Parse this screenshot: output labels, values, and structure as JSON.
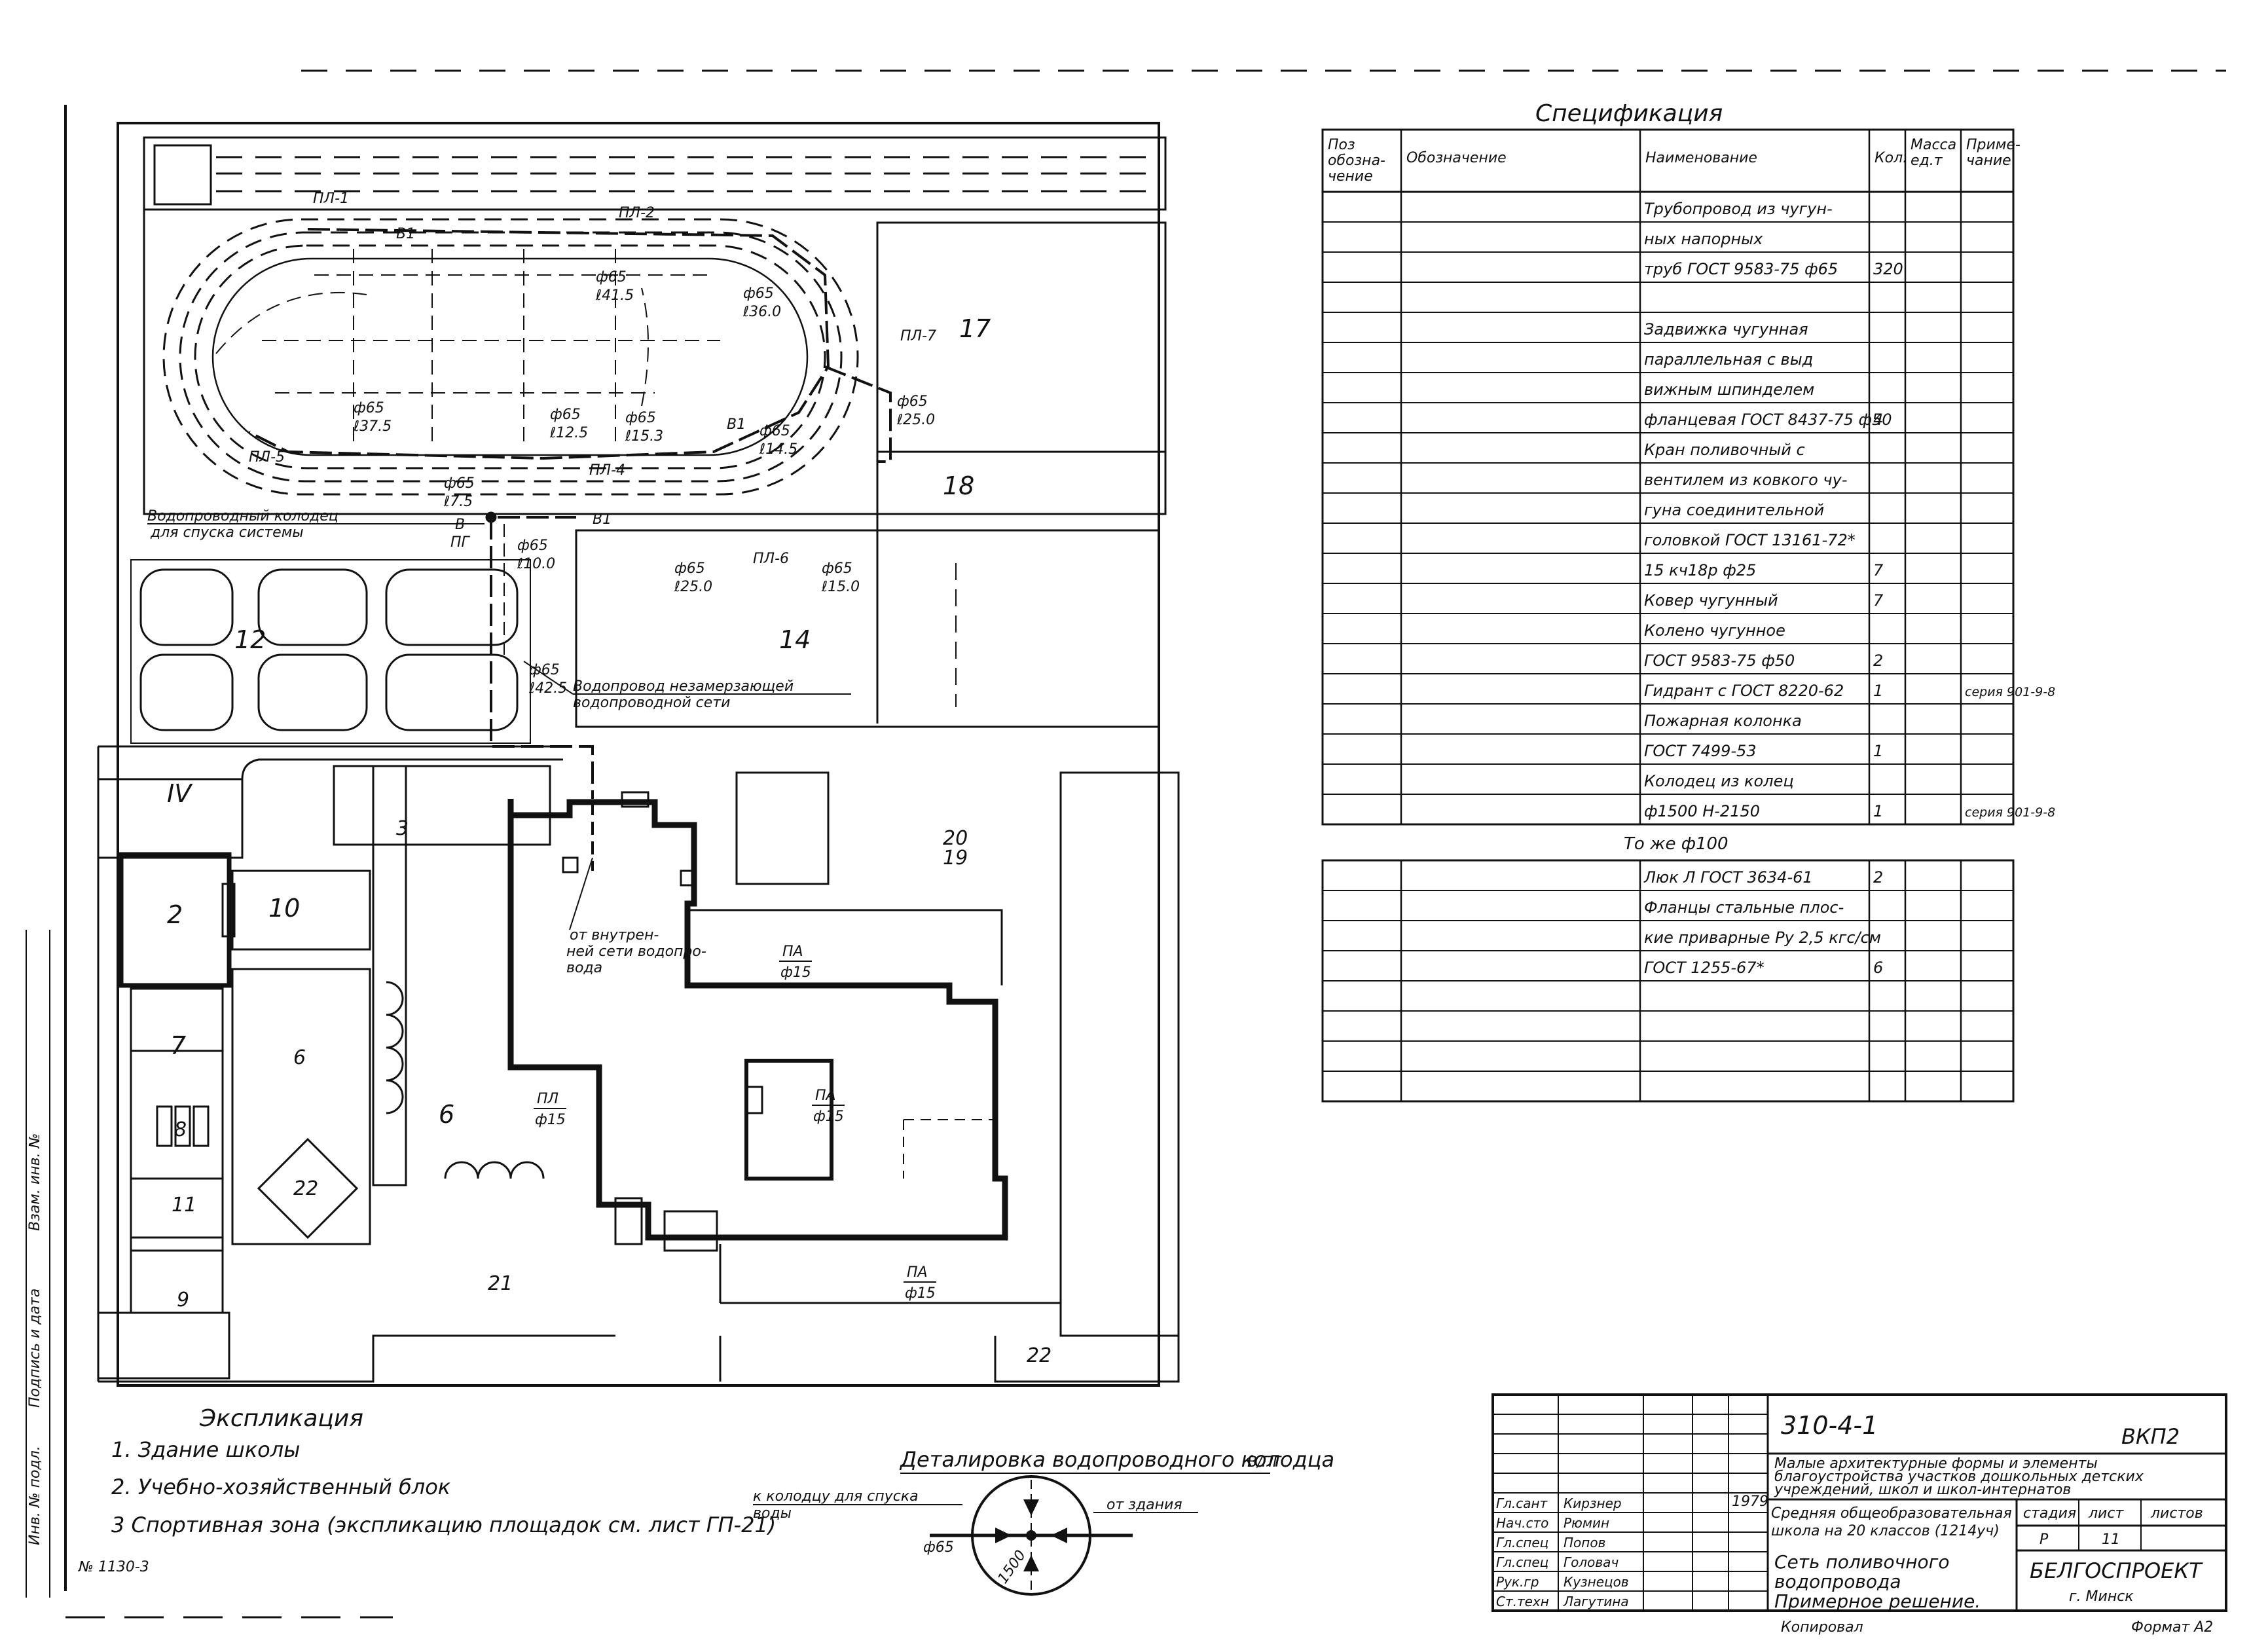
{
  "site": {
    "zones": [
      "17",
      "18",
      "12",
      "14",
      "IV",
      "3",
      "20",
      "19",
      "2",
      "10",
      "7",
      "6",
      "6",
      "8",
      "11",
      "22",
      "9",
      "21",
      "22"
    ],
    "lines": {
      "b1": "В1",
      "pl1": "ПЛ-1",
      "pl2": "ПЛ-2",
      "pl7": "ПЛ-7",
      "pl5": "ПЛ-5",
      "pl4": "ПЛ-4",
      "pl6": "ПЛ-6",
      "pg_v": "В",
      "pg": "ПГ"
    },
    "pipe_labels": [
      {
        "d": "ф65",
        "l": "ℓ41.5"
      },
      {
        "d": "ф65",
        "l": "ℓ36.0"
      },
      {
        "d": "ф65",
        "l": "ℓ37.5"
      },
      {
        "d": "ф65",
        "l": "ℓ12.5"
      },
      {
        "d": "ф65",
        "l": "ℓ15.3"
      },
      {
        "d": "ф65",
        "l": "ℓ25.0"
      },
      {
        "d": "ф65",
        "l": "ℓ14.5"
      },
      {
        "d": "ф65",
        "l": "ℓ7.5"
      },
      {
        "d": "ф65",
        "l": "ℓ10.0"
      },
      {
        "d": "ф65",
        "l": "ℓ25.0"
      },
      {
        "d": "ф65",
        "l": "ℓ15.0"
      },
      {
        "d": "ф65",
        "l": "ℓ42.5"
      }
    ],
    "callout_well": [
      "Водопроводный колодец",
      "для спуска системы"
    ],
    "callout_main": [
      "Водопровод незамерзающей",
      "водопроводной сети"
    ],
    "callout_internal": [
      "от внутрен-",
      "ней сети водопро-",
      "вода"
    ],
    "pa_labels": [
      {
        "n": "ПА",
        "d": "ф15"
      },
      {
        "n": "ПЛ",
        "d": "ф15"
      },
      {
        "n": "ПА",
        "d": "ф15"
      },
      {
        "n": "ПА",
        "d": "ф15"
      }
    ]
  },
  "explication": {
    "title": "Экспликация",
    "items": [
      "1. Здание школы",
      "2. Учебно-хозяйственный блок",
      "3 Спортивная зона (экспликацию площадок см. лист ГП-21)"
    ],
    "ref": "№ 1130-3"
  },
  "detail": {
    "title": "Деталировка водопроводного колодца",
    "title_sub": "В/ПГ",
    "left_note": [
      "к колодцу для спуска",
      "воды"
    ],
    "right_note": "от здания",
    "dia": "ф65",
    "inner": "1500"
  },
  "spec": {
    "title": "Спецификация",
    "headers": [
      "Поз обозна- чение",
      "Обозначение",
      "Наименование",
      "Кол.",
      "Масса ед.т",
      "Приме- чание"
    ],
    "rows": [
      [
        "",
        "",
        "Трубопровод из чугун-",
        "",
        "",
        ""
      ],
      [
        "",
        "",
        "ных напорных",
        "",
        "",
        ""
      ],
      [
        "",
        "",
        "труб ГОСТ 9583-75  ф65",
        "320",
        "",
        ""
      ],
      [
        "",
        "",
        "",
        "",
        "",
        ""
      ],
      [
        "",
        "",
        "Задвижка чугунная",
        "",
        "",
        ""
      ],
      [
        "",
        "",
        "параллельная с выд",
        "",
        "",
        ""
      ],
      [
        "",
        "",
        "вижным шпинделем",
        "",
        "",
        ""
      ],
      [
        "",
        "",
        "фланцевая ГОСТ 8437-75 ф50",
        "4",
        "",
        ""
      ],
      [
        "",
        "",
        "Кран поливочный с",
        "",
        "",
        ""
      ],
      [
        "",
        "",
        "вентилем из ковкого чу-",
        "",
        "",
        ""
      ],
      [
        "",
        "",
        "гуна соединительной",
        "",
        "",
        ""
      ],
      [
        "",
        "",
        "головкой ГОСТ 13161-72*",
        "",
        "",
        ""
      ],
      [
        "",
        "",
        "15 кч18р          ф25",
        "7",
        "",
        ""
      ],
      [
        "",
        "",
        "Ковер чугунный",
        "7",
        "",
        ""
      ],
      [
        "",
        "",
        "Колено чугунное",
        "",
        "",
        ""
      ],
      [
        "",
        "",
        "ГОСТ 9583-75  ф50",
        "2",
        "",
        ""
      ],
      [
        "",
        "",
        "Гидрант с ГОСТ 8220-62",
        "1",
        "",
        "серия 901-9-8"
      ],
      [
        "",
        "",
        "Пожарная колонка",
        "",
        "",
        ""
      ],
      [
        "",
        "",
        "ГОСТ 7499-53",
        "1",
        "",
        ""
      ],
      [
        "",
        "",
        "Колодец из        колец",
        "",
        "",
        ""
      ],
      [
        "",
        "",
        "ф1500 Н-2150",
        "1",
        "",
        "серия 901-9-8"
      ]
    ],
    "between": "То же ф100",
    "rows2": [
      [
        "",
        "",
        "Люк Л ГОСТ 3634-61",
        "2",
        "",
        ""
      ],
      [
        "",
        "",
        "Фланцы стальные плос-",
        "",
        "",
        ""
      ],
      [
        "",
        "",
        "кие приварные Ру 2,5 кгс/см",
        "",
        "",
        ""
      ],
      [
        "",
        "",
        "ГОСТ 1255-67*",
        "6",
        "",
        ""
      ],
      [
        "",
        "",
        "",
        "",
        "",
        ""
      ],
      [
        "",
        "",
        "",
        "",
        "",
        ""
      ],
      [
        "",
        "",
        "",
        "",
        "",
        ""
      ],
      [
        "",
        "",
        "",
        "",
        "",
        ""
      ]
    ]
  },
  "titleblock": {
    "code": "310-4-1",
    "sheet_code": "ВКП2",
    "project": [
      "Малые архитектурные формы и элементы",
      "благоустройства участков дошкольных детских",
      "учреждений, школ и школ-интернатов"
    ],
    "object": [
      "Средняя общеобразовательная",
      "школа на 20 классов (1214уч)"
    ],
    "sheet_title": [
      "Сеть поливочного",
      "водопровода",
      "Примерное решение."
    ],
    "copy": "Копировал",
    "format": "Формат А2",
    "org": [
      "БЕЛГОСПРОЕКТ",
      "г. Минск"
    ],
    "cols": [
      "стадия",
      "лист",
      "листов"
    ],
    "vals": [
      "Р",
      "11",
      ""
    ],
    "roles": [
      "Гл.сант",
      "Нач.сто",
      "Гл.спец",
      "Гл.спец",
      "Рук.гр",
      "Ст.техн"
    ],
    "names": [
      "Кирзнер",
      "Рюмин",
      "Попов",
      "Головач",
      "Кузнецов",
      "Лагутина"
    ],
    "date": "1979"
  },
  "margin_text": [
    "Инв. № подл.",
    "Подпись и дата",
    "Взам. инв. №"
  ]
}
